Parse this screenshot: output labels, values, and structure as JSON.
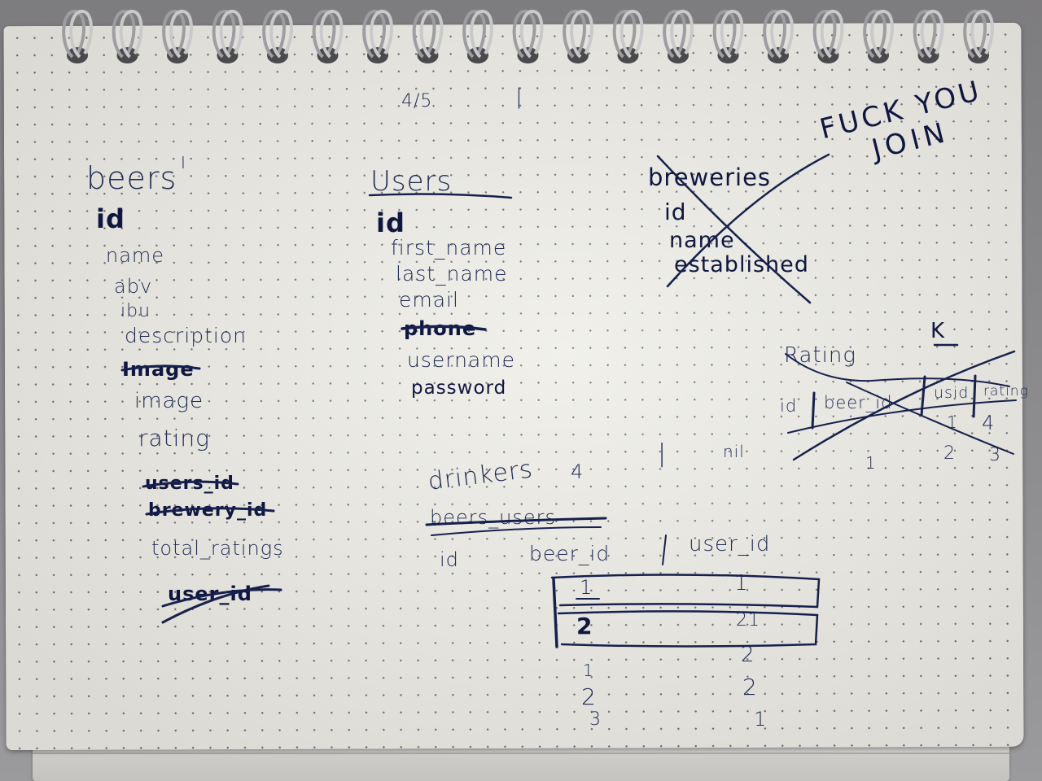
{
  "photo": {
    "page_number": "4/5",
    "header_mark": "|",
    "annotation": {
      "line1": "FUCK YOU",
      "line2": "JOIN"
    }
  },
  "beers_table": {
    "title": "beers",
    "title_mark": "I",
    "fields": [
      "id",
      "name",
      "abv",
      "ibu",
      "description",
      "Image",
      "image",
      "rating",
      "users_id",
      "brewery_id",
      "total_ratings",
      "user_id"
    ]
  },
  "users_table": {
    "title": "Users",
    "fields": [
      "id",
      "first_name",
      "last_name",
      "email",
      "phone",
      "username",
      "password"
    ]
  },
  "breweries_table": {
    "title": "breweries",
    "fields": [
      "id",
      "name",
      "established"
    ]
  },
  "rating_table": {
    "title": "Rating",
    "corner_mark": "K",
    "columns": [
      "id",
      "beer_id",
      "usid",
      "rating"
    ],
    "values": [
      "1",
      "4"
    ],
    "row_numbers": [
      "1",
      "2",
      "3"
    ]
  },
  "drinkers_table": {
    "title": "drinkers",
    "title_number": "4",
    "crossed_title": "beers_users",
    "columns": [
      "id",
      "beer_id",
      "user_id"
    ],
    "side_marks": {
      "bar": "|",
      "nil": "nil"
    },
    "rows": [
      {
        "beer_id": "1",
        "user_id": "1"
      },
      {
        "beer_id": "2",
        "user_id": "21"
      }
    ],
    "extra_beer_ids": [
      "1",
      "2",
      "3"
    ],
    "extra_user_ids": [
      "2",
      "2",
      "1"
    ]
  }
}
